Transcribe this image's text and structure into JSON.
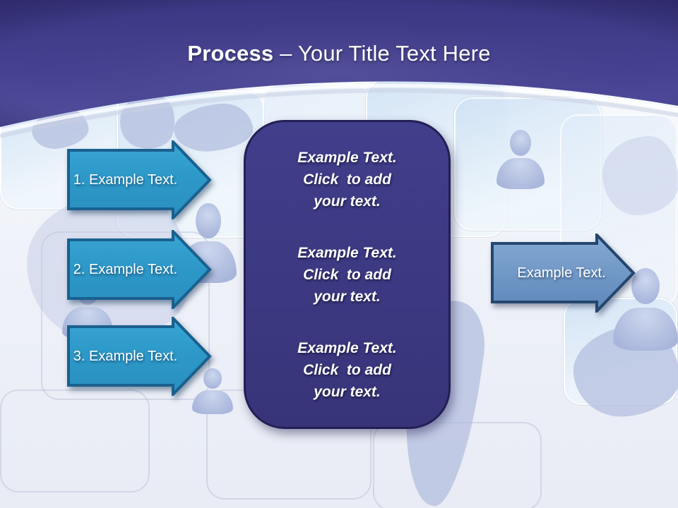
{
  "slide_title": {
    "bold": "Process",
    "rest": " – Your Title Text Here"
  },
  "left_arrows": [
    {
      "label": "1. Example Text."
    },
    {
      "label": "2. Example Text."
    },
    {
      "label": "3. Example Text."
    }
  ],
  "center_box": {
    "blocks": [
      {
        "lines": [
          "Example Text.",
          "Click  to add",
          "your text."
        ]
      },
      {
        "lines": [
          "Example Text.",
          "Click  to add",
          "your text."
        ]
      },
      {
        "lines": [
          "Example Text.",
          "Click  to add",
          "your text."
        ]
      }
    ]
  },
  "right_arrow": {
    "label": "Example Text."
  },
  "colors": {
    "header_purple_top": "#3b3783",
    "header_purple_bottom": "#534f9e",
    "center_box_fill": "#3d3a84",
    "center_box_border": "#221f55",
    "left_arrow_fill": "#2e9bca",
    "left_arrow_border": "#19608f",
    "right_arrow_fill_top": "#85a9d3",
    "right_arrow_fill_bottom": "#5d87ba",
    "right_arrow_border": "#24466e",
    "text": "#ffffff"
  }
}
